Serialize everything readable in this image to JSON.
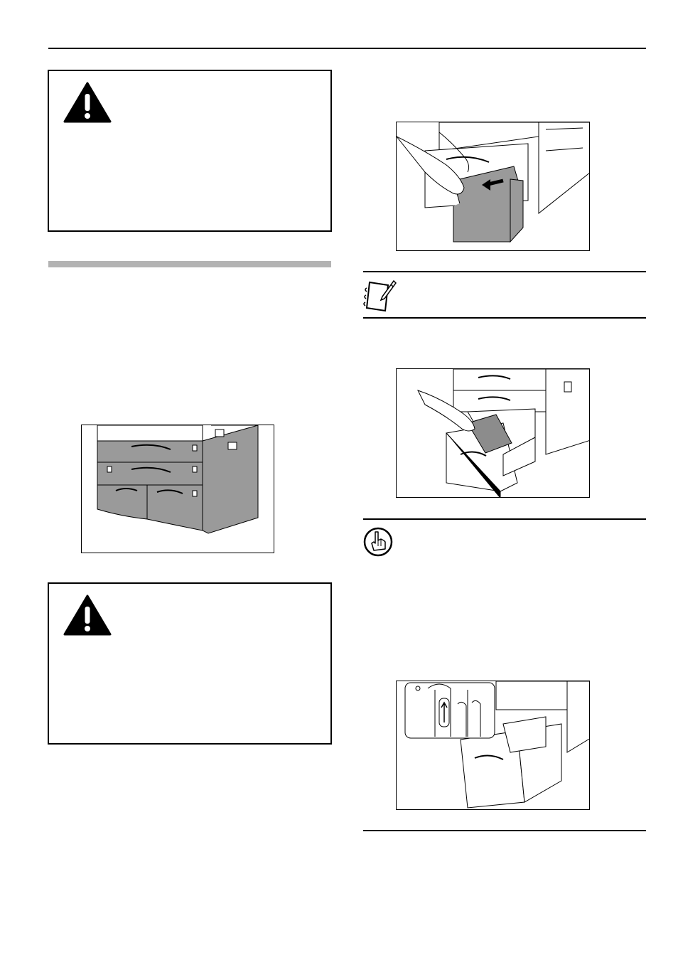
{
  "page": {
    "warnings": [
      {
        "icon": "warning-triangle-icon"
      },
      {
        "icon": "warning-triangle-icon"
      }
    ],
    "notes": [
      {
        "icon": "notepad-pencil-icon"
      },
      {
        "icon": "pointing-hand-icon"
      }
    ],
    "figures": [
      {
        "name": "paper-drawers-illustration"
      },
      {
        "name": "pull-out-drawer-illustration"
      },
      {
        "name": "load-paper-illustration"
      },
      {
        "name": "drawer-label-detail-illustration"
      }
    ],
    "colors": {
      "rule": "#000000",
      "section_bar": "#b3b3b3",
      "drawer_fill": "#9a9a9a",
      "paper_fill": "#8c8c8c"
    }
  }
}
